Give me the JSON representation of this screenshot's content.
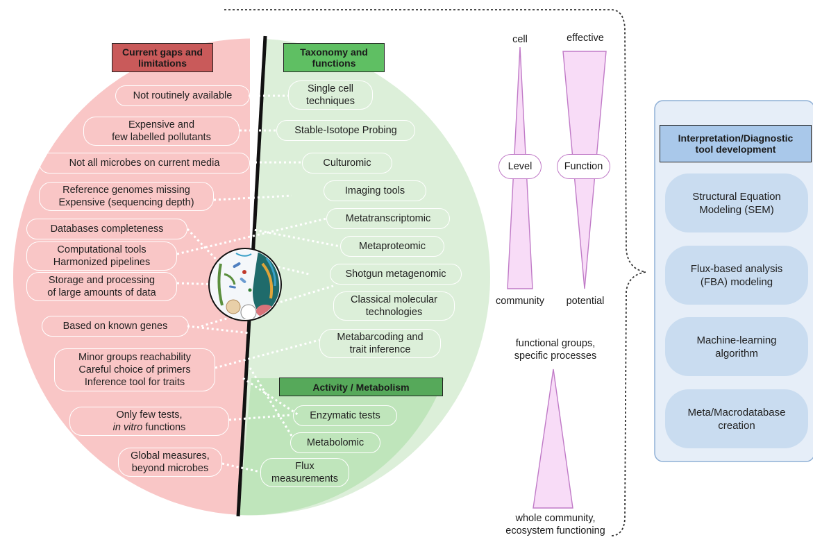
{
  "left_header": {
    "line1": "Current gaps and",
    "line2": "limitations"
  },
  "mid_header": {
    "line1": "Taxonomy and",
    "line2": "functions"
  },
  "activity_header": "Activity / Metabolism",
  "gaps": {
    "g1": "Not routinely available",
    "g2a": "Expensive and",
    "g2b": "few labelled pollutants",
    "g3": "Not all microbes on current media",
    "g4a": "Reference genomes missing",
    "g4b": "Expensive (sequencing depth)",
    "g5": "Databases completeness",
    "g6a": "Computational tools",
    "g6b": "Harmonized pipelines",
    "g7a": "Storage and processing",
    "g7b": "of large amounts of data",
    "g8": "Based on known genes",
    "g9a": "Minor groups reachability",
    "g9b": "Careful choice of primers",
    "g9c": "Inference tool for traits",
    "g10a": "Only few tests,",
    "g10b_italic": "in vitro",
    "g10b_rest": " functions",
    "g11a": "Global measures,",
    "g11b": "beyond microbes"
  },
  "methods": {
    "m1a": "Single cell",
    "m1b": "techniques",
    "m2": "Stable-Isotope Probing",
    "m3": "Culturomic",
    "m4": "Imaging tools",
    "m5": "Metatranscriptomic",
    "m6": "Metaproteomic",
    "m7": "Shotgun metagenomic",
    "m8a": "Classical molecular",
    "m8b": "technologies",
    "m9a": "Metabarcoding and",
    "m9b": "trait inference",
    "m10": "Enzymatic tests",
    "m11": "Metabolomic",
    "m12a": "Flux",
    "m12b": "measurements"
  },
  "scale": {
    "cell": "cell",
    "community": "community",
    "level": "Level",
    "effective": "effective",
    "potential": "potential",
    "function": "Function",
    "top_a": "functional groups,",
    "top_b": "specific processes",
    "bottom_a": "whole community,",
    "bottom_b": "ecosystem functioning"
  },
  "tools": {
    "header_a": "Interpretation/Diagnostic",
    "header_b": "tool development",
    "t1a": "Structural Equation",
    "t1b": "Modeling (SEM)",
    "t2a": "Flux-based analysis",
    "t2b": "(FBA) modeling",
    "t3a": "Machine-learning",
    "t3b": "algorithm",
    "t4a": "Meta/Macrodatabase",
    "t4b": "creation"
  },
  "colors": {
    "gaps_fill": "#f9c6c6",
    "gaps_header": "#c95a5a",
    "taxonomy_fill": "#dcefd9",
    "activity_fill": "#bfe5bb",
    "taxonomy_header": "#5fbf63",
    "activity_header": "#56a95a",
    "triangle_stroke": "#c07ac7",
    "triangle_fill": "#f8dcf7",
    "tools_panel": "#e6eef8",
    "tools_border": "#8fb0d6",
    "tools_pill": "#c9dcf0",
    "tools_header": "#a9c8ea"
  }
}
